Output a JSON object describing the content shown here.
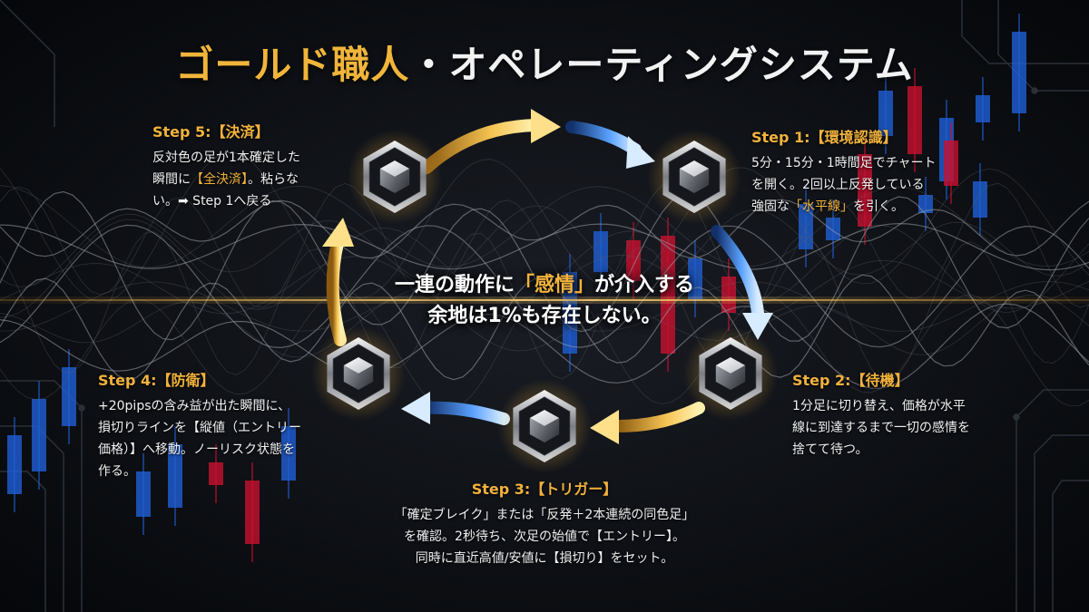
{
  "title": {
    "gold": "ゴールド職人",
    "sep": "・",
    "white": "オペレーティングシステム"
  },
  "center": {
    "line1_pre": "一連の動作に",
    "line1_hl": "「感情」",
    "line1_post": "が介入する",
    "line2": "余地は1%も存在しない。"
  },
  "steps": [
    {
      "head": "Step 1:【環境認識】",
      "l1": "5分・15分・1時間足でチャート",
      "l2": "を開く。2回以上反発している",
      "l3_pre": "強固な",
      "l3_hl": "「水平線」",
      "l3_post": "を引く。"
    },
    {
      "head": "Step 2:【待機】",
      "l1": "1分足に切り替え、価格が水平",
      "l2": "線に到達するまで一切の感情を",
      "l3": "捨てて待つ。"
    },
    {
      "head": "Step 3:【トリガー】",
      "l1": "「確定ブレイク」または「反発＋2本連続の同色足」",
      "l2": "を確認。2秒待ち、次足の始値で【エントリー】。",
      "l3": "同時に直近高値/安値に【損切り】をセット。"
    },
    {
      "head": "Step 4:【防衛】",
      "l1": "+20pipsの含み益が出た瞬間に、",
      "l2": "損切りラインを【縦値（エントリー",
      "l3": "価格）】へ移動。ノーリスク状態を",
      "l4": "作る。"
    },
    {
      "head": "Step 5:【決済】",
      "l1": "反対色の足が1本確定した",
      "l2_pre": "瞬間に",
      "l2_hl": "【全決済】",
      "l2_post": "。粘らな",
      "l3": "い。➡ Step 1へ戻る"
    }
  ],
  "colors": {
    "gold": "#f2b23c",
    "blue_arrow": "#5aa2ff",
    "candle_red": "#c8102e",
    "candle_blue": "#1f5fd6",
    "horizon": "#f4b23a"
  },
  "icons": [
    "cube-node-icon"
  ]
}
